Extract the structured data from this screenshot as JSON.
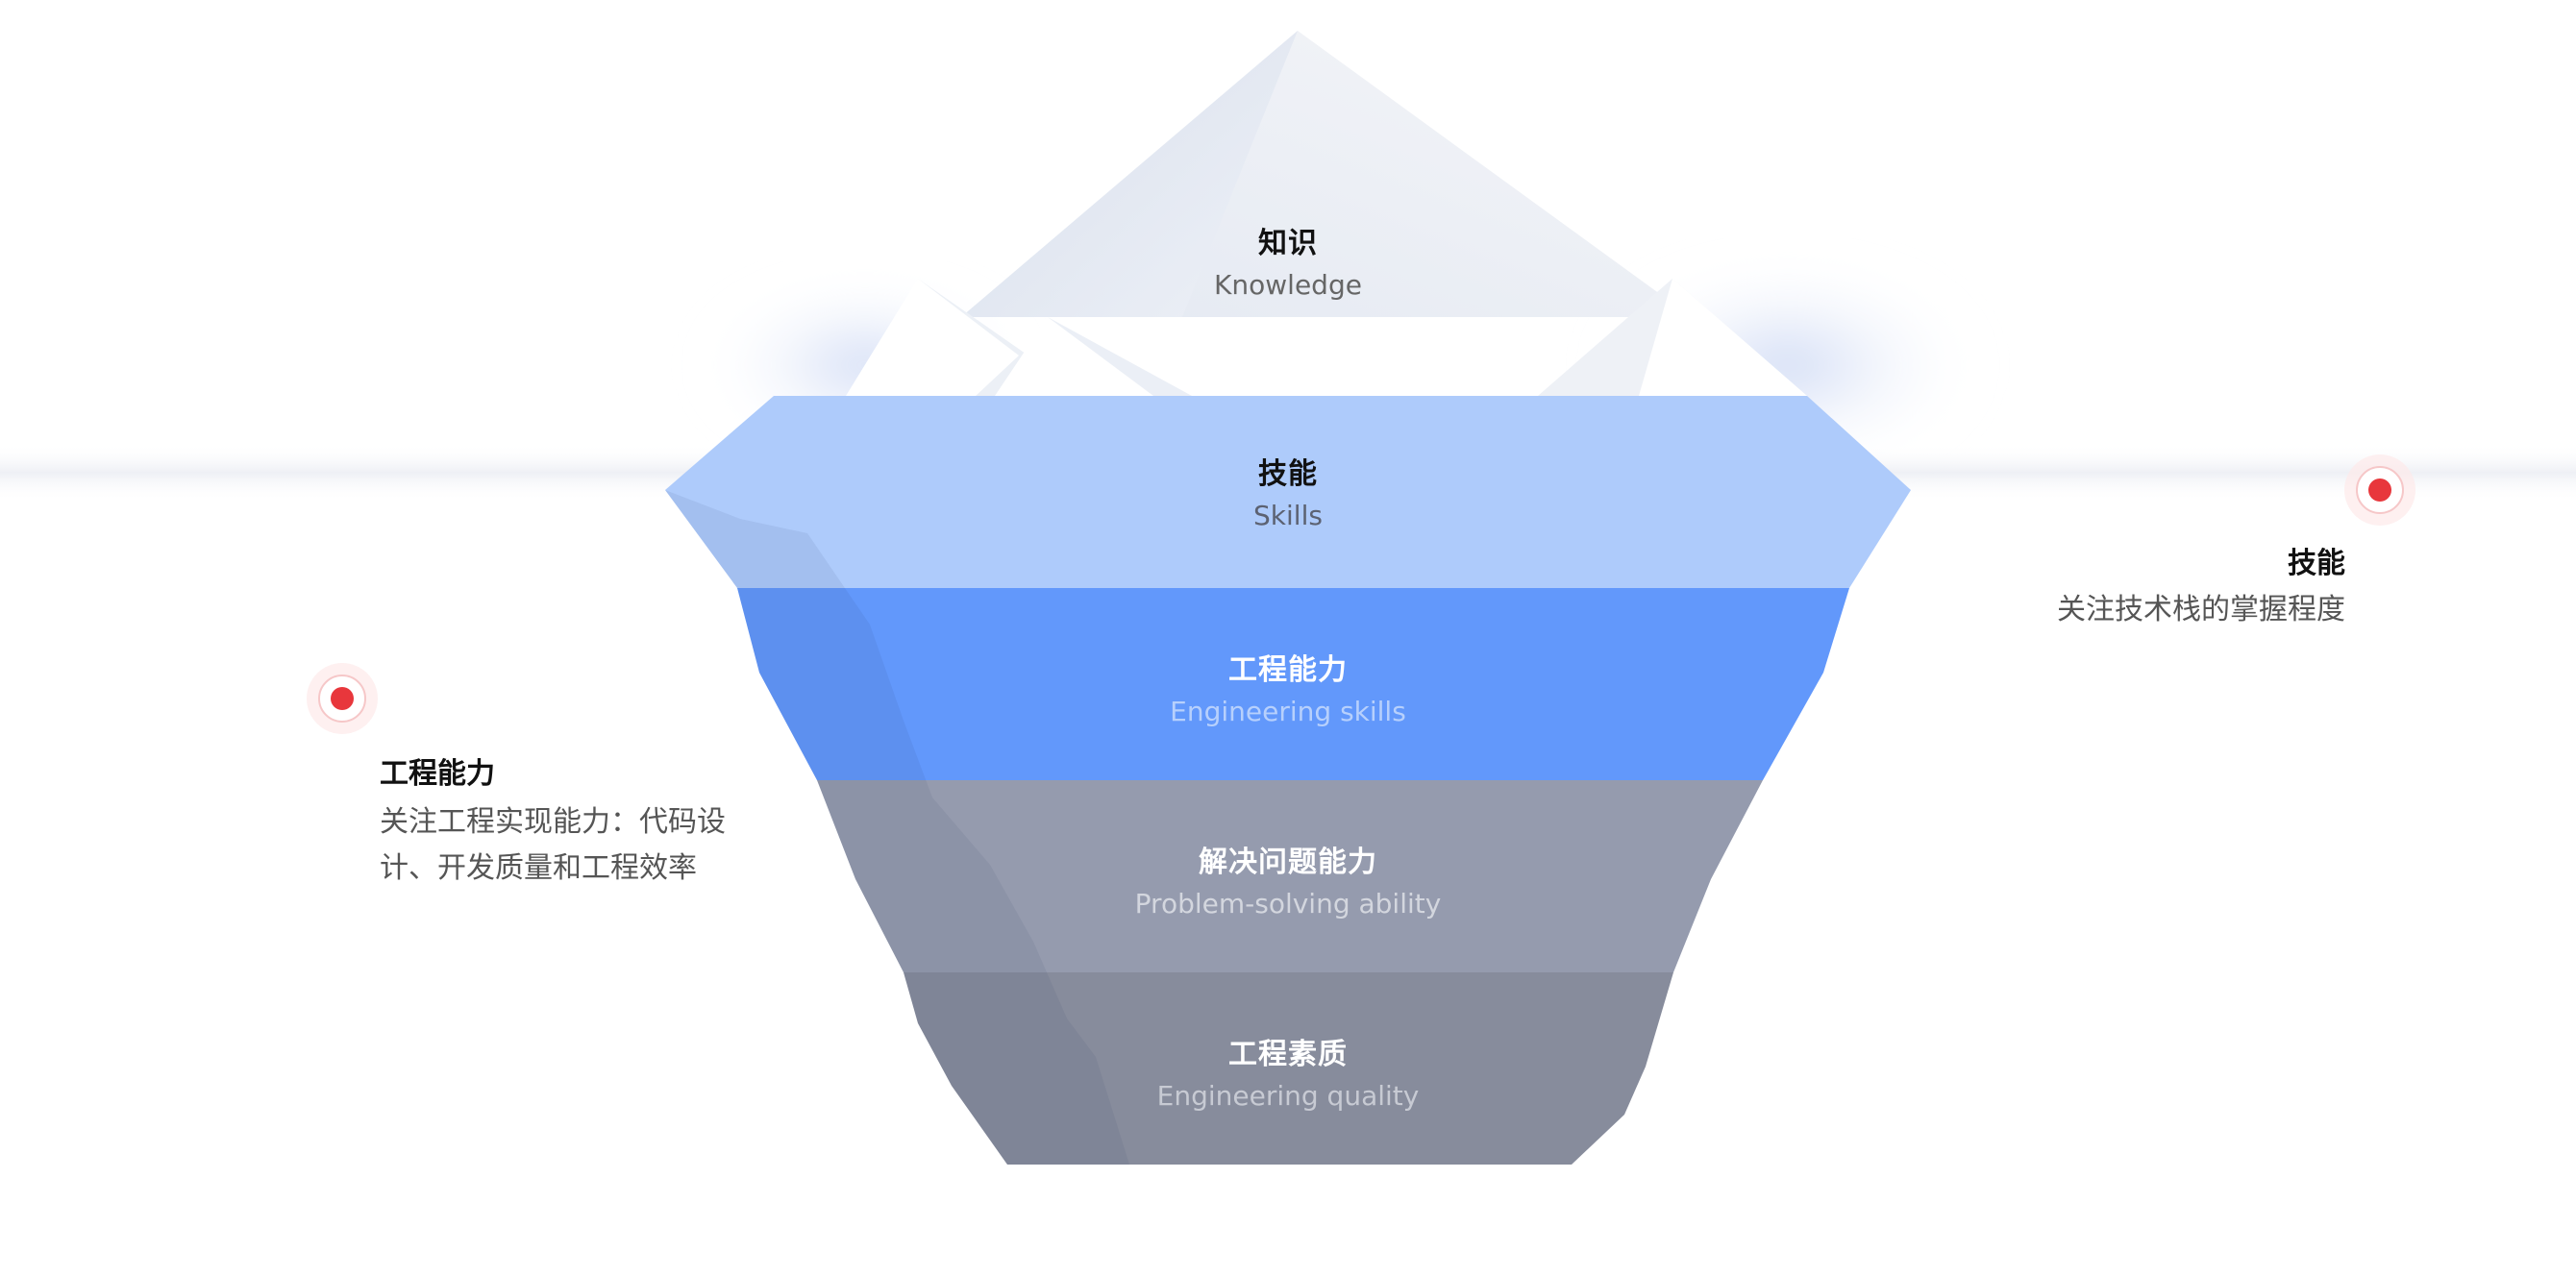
{
  "layers": [
    {
      "title": "知识",
      "subtitle": "Knowledge"
    },
    {
      "title": "技能",
      "subtitle": "Skills"
    },
    {
      "title": "工程能力",
      "subtitle": "Engineering skills"
    },
    {
      "title": "解决问题能力",
      "subtitle": "Problem-solving ability"
    },
    {
      "title": "工程素质",
      "subtitle": "Engineering quality"
    }
  ],
  "callouts": {
    "right": {
      "title": "技能",
      "description": "关注技术栈的掌握程度"
    },
    "left": {
      "title": "工程能力",
      "description_line1": "关注工程实现能力：代码设",
      "description_line2": "计、开发质量和工程效率"
    }
  },
  "colors": {
    "skills": "#aecbfb",
    "engineering_skills": "#6298fb",
    "problem_solving": "#959bae",
    "engineering_quality": "#878c9c",
    "marker": "#e8373c"
  }
}
